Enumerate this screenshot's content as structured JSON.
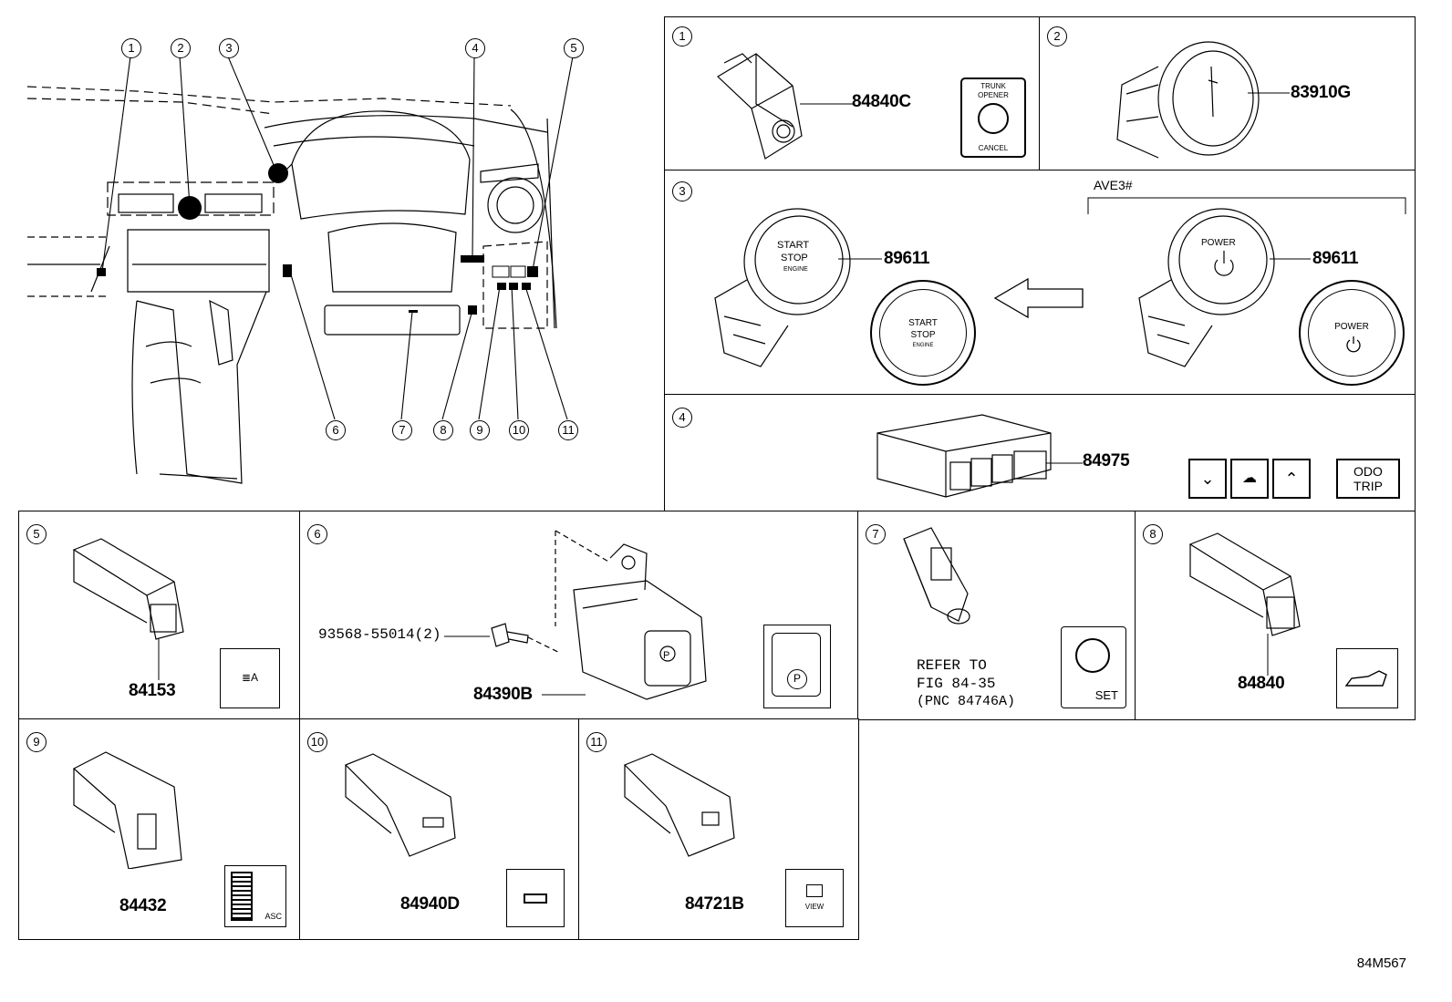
{
  "diagram_code": "84M567",
  "overview": {
    "callouts": [
      "1",
      "2",
      "3",
      "4",
      "5",
      "6",
      "7",
      "8",
      "9",
      "10",
      "11"
    ]
  },
  "panels": [
    {
      "num": "1",
      "parts": [
        {
          "pn": "84840C"
        }
      ],
      "icon_labels": [
        "TRUNK",
        "OPENER",
        "CANCEL"
      ],
      "icon": "trunk-opener-switch-icon"
    },
    {
      "num": "2",
      "parts": [
        {
          "pn": "83910G"
        }
      ],
      "icon": "ignition-switch-icon"
    },
    {
      "num": "3",
      "variant": "AVE3#",
      "parts": [
        {
          "pn": "89611"
        },
        {
          "pn": "89611"
        }
      ],
      "btn_a": [
        "START",
        "STOP",
        "ENGINE"
      ],
      "btn_b": [
        "POWER"
      ],
      "icon": "start-stop-button-icon"
    },
    {
      "num": "4",
      "parts": [
        {
          "pn": "84975"
        }
      ],
      "keys": [
        "ODO",
        "TRIP"
      ],
      "icon": "meter-control-switch-icon"
    },
    {
      "num": "5",
      "parts": [
        {
          "pn": "84153"
        }
      ],
      "icon": "auto-headlamp-icon"
    },
    {
      "num": "6",
      "parts": [
        {
          "pn": "93568-55014(2)"
        },
        {
          "pn": "84390B"
        }
      ],
      "icon": "parking-brake-icon"
    },
    {
      "num": "7",
      "refer": [
        "REFER TO",
        "FIG 84-35",
        "(PNC 84746A)"
      ],
      "set_label": "SET",
      "icon": "tire-pressure-set-icon"
    },
    {
      "num": "8",
      "parts": [
        {
          "pn": "84840"
        }
      ],
      "icon": "trunk-open-icon"
    },
    {
      "num": "9",
      "parts": [
        {
          "pn": "84432"
        }
      ],
      "asc_label": "ASC",
      "icon": "asc-switch-icon"
    },
    {
      "num": "10",
      "parts": [
        {
          "pn": "84940D"
        }
      ],
      "icon": "rear-sunshade-icon"
    },
    {
      "num": "11",
      "parts": [
        {
          "pn": "84721B"
        }
      ],
      "view_label": "VIEW",
      "icon": "camera-view-icon"
    }
  ]
}
